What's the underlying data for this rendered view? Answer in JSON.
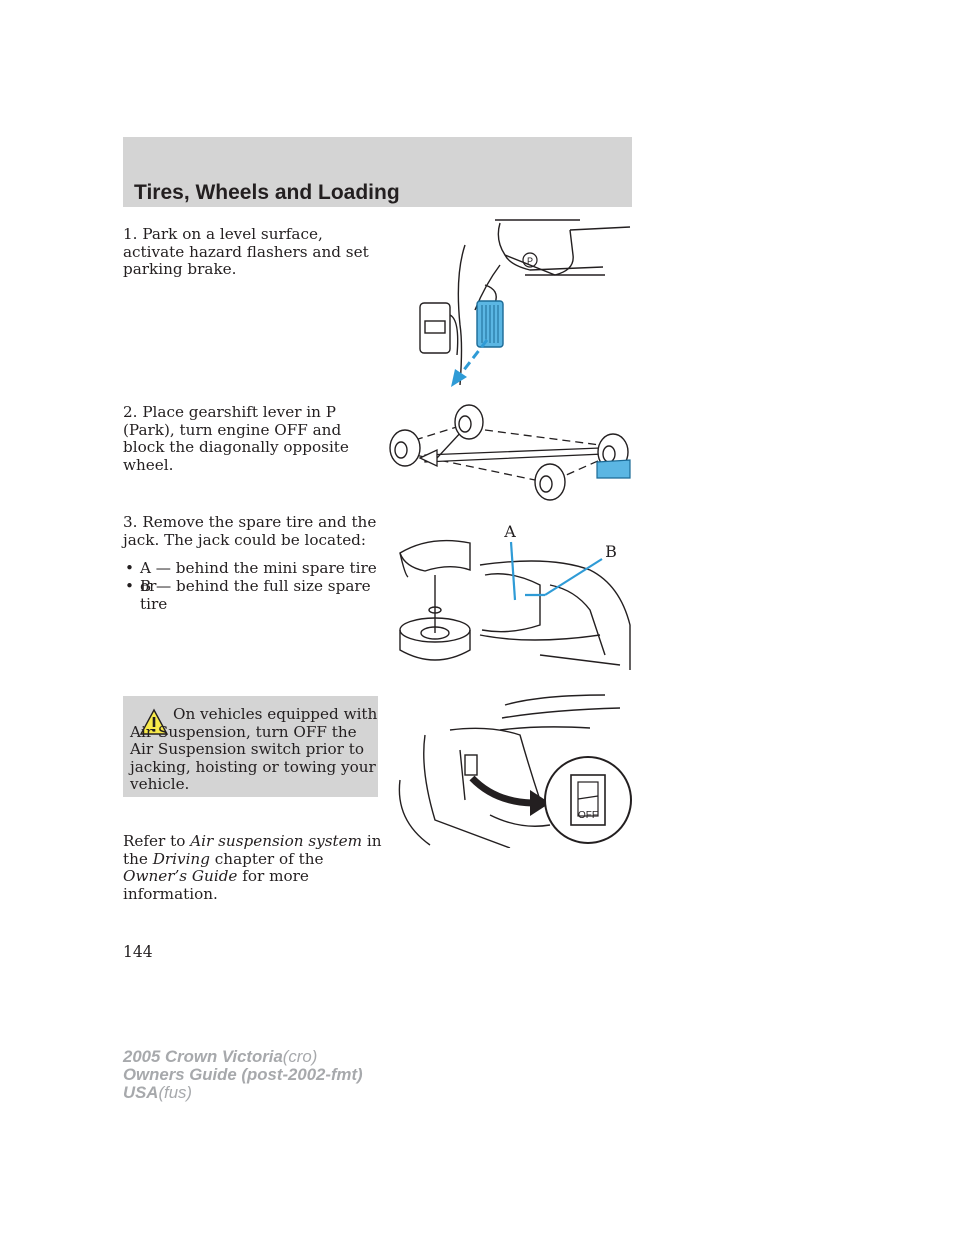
{
  "header": {
    "title": "Tires, Wheels and Loading"
  },
  "steps": {
    "step1": "1. Park on a level surface, activate hazard flashers and set parking brake.",
    "step2": "2. Place gearshift lever in P (Park), turn engine OFF and block the diagonally opposite wheel.",
    "step3": "3. Remove the spare tire and the jack. The jack could be located:",
    "bullet_symbol": "•",
    "bullet_a": "A — behind the mini spare tire or",
    "bullet_b": "B — behind the full size spare tire"
  },
  "warning": {
    "text": "On vehicles equipped with Air Suspension, turn OFF the Air Suspension switch prior to jacking, hoisting or towing your vehicle."
  },
  "reference": {
    "prefix": "Refer to",
    "link1": "Air suspension system",
    "mid1": "in the",
    "link2": "Driving",
    "mid2": "chapter of the",
    "link3": "Owner’s Guide",
    "suffix": "for more information."
  },
  "illustrations": {
    "pedal_label": "P",
    "jack_label_a": "A",
    "jack_label_b": "B",
    "switch_label": "OFF"
  },
  "page_number": "144",
  "footer": {
    "line1_bold": "2005 Crown Victoria",
    "line1_light": "(cro)",
    "line2": "Owners Guide (post-2002-fmt)",
    "line3_bold": "USA",
    "line3_light": "(fus)"
  },
  "colors": {
    "header_bg": "#d4d4d4",
    "accent_blue": "#2f9bd6",
    "footer_text": "#a7a9ac"
  }
}
